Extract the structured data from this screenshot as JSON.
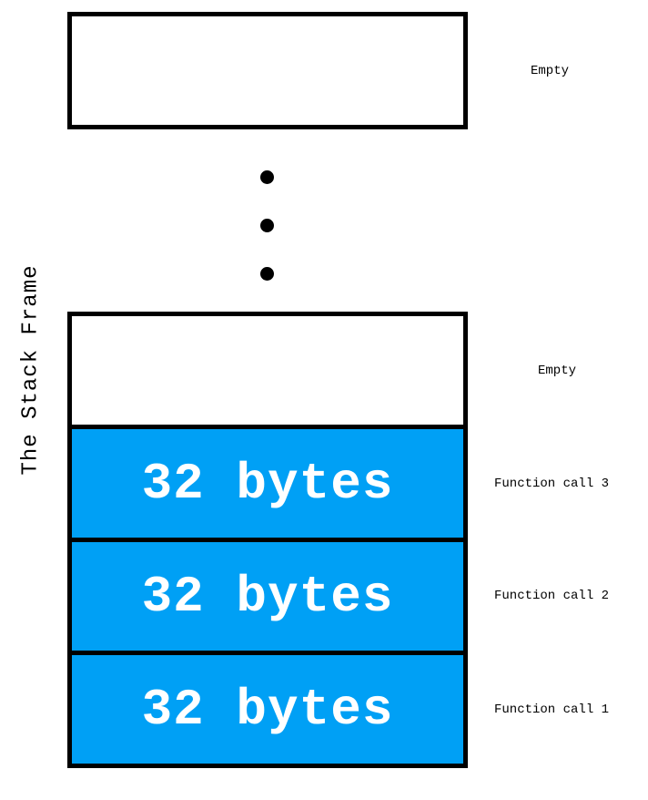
{
  "title": "The Stack Frame",
  "top_block": {
    "label": "Empty"
  },
  "ellipsis_icon": "vertical-ellipsis",
  "stack": {
    "fill_color": "#00A0F5",
    "cells": [
      {
        "text": "",
        "label": "Empty",
        "filled": false
      },
      {
        "text": "32 bytes",
        "label": "Function call 3",
        "filled": true
      },
      {
        "text": "32 bytes",
        "label": "Function call 2",
        "filled": true
      },
      {
        "text": "32 bytes",
        "label": "Function call 1",
        "filled": true
      }
    ]
  }
}
